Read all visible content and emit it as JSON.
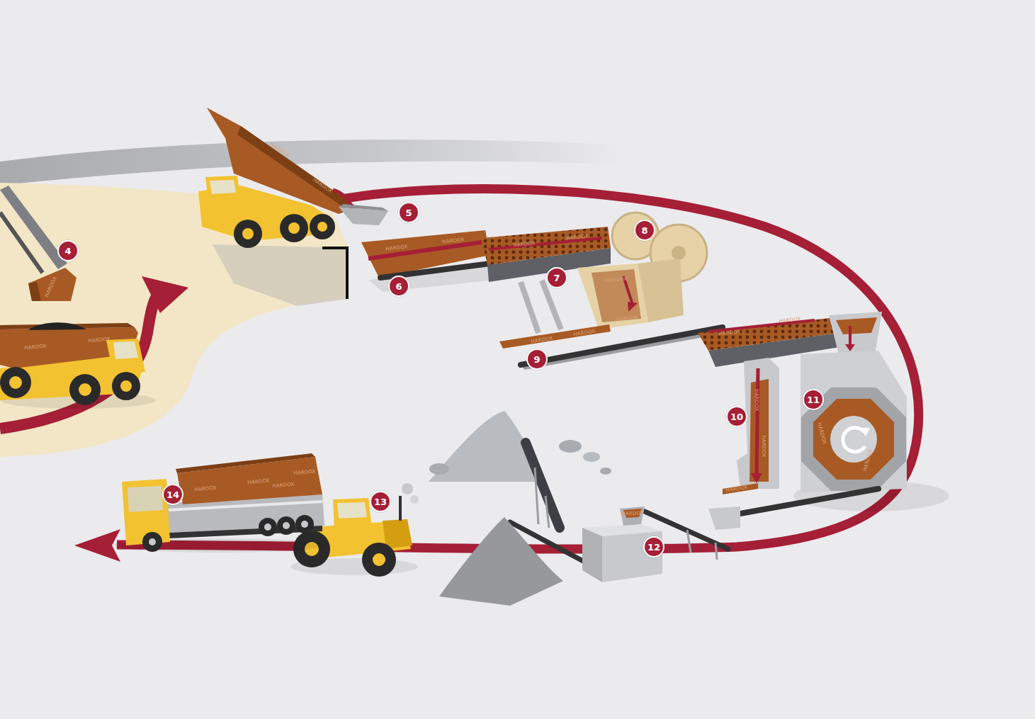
{
  "diagram": {
    "labels": [
      "4",
      "5",
      "6",
      "7",
      "8",
      "9",
      "10",
      "11",
      "12",
      "13",
      "14",
      "HARDOX",
      "HARDOX",
      "HARDOX",
      "HARDOX",
      "HARDOX",
      "HARDOX",
      "HARDOX",
      "HARDOX",
      "HARDOX",
      "HARDOX",
      "HARDOX",
      "HARDOX",
      "HARDOX",
      "HARDOX",
      "HARDOX",
      "HARDOX",
      "HARDOX",
      "HARDOX",
      "HARDOX",
      "HARDOX",
      "HARDOX",
      "HARDOX",
      "HARDOX",
      "HARDOX",
      "HARDOX"
    ]
  }
}
